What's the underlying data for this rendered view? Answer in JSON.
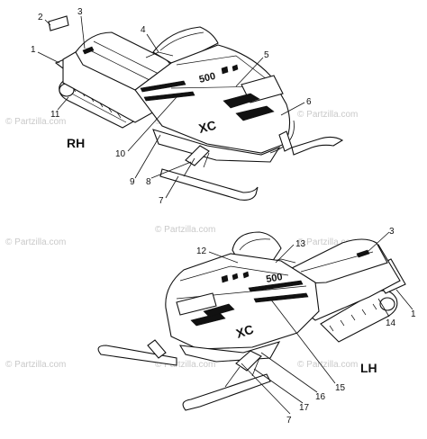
{
  "diagram": {
    "side_labels": {
      "right": "RH",
      "left": "LH"
    },
    "watermark": "© Partzilla.com",
    "decal_text": {
      "model": "500",
      "sub": "XC"
    },
    "top_callouts": [
      "2",
      "3",
      "1",
      "4",
      "5",
      "6",
      "11",
      "10",
      "9",
      "8",
      "7"
    ],
    "bottom_callouts": [
      "12",
      "13",
      "3",
      "1",
      "14",
      "15",
      "16",
      "17",
      "7"
    ]
  }
}
